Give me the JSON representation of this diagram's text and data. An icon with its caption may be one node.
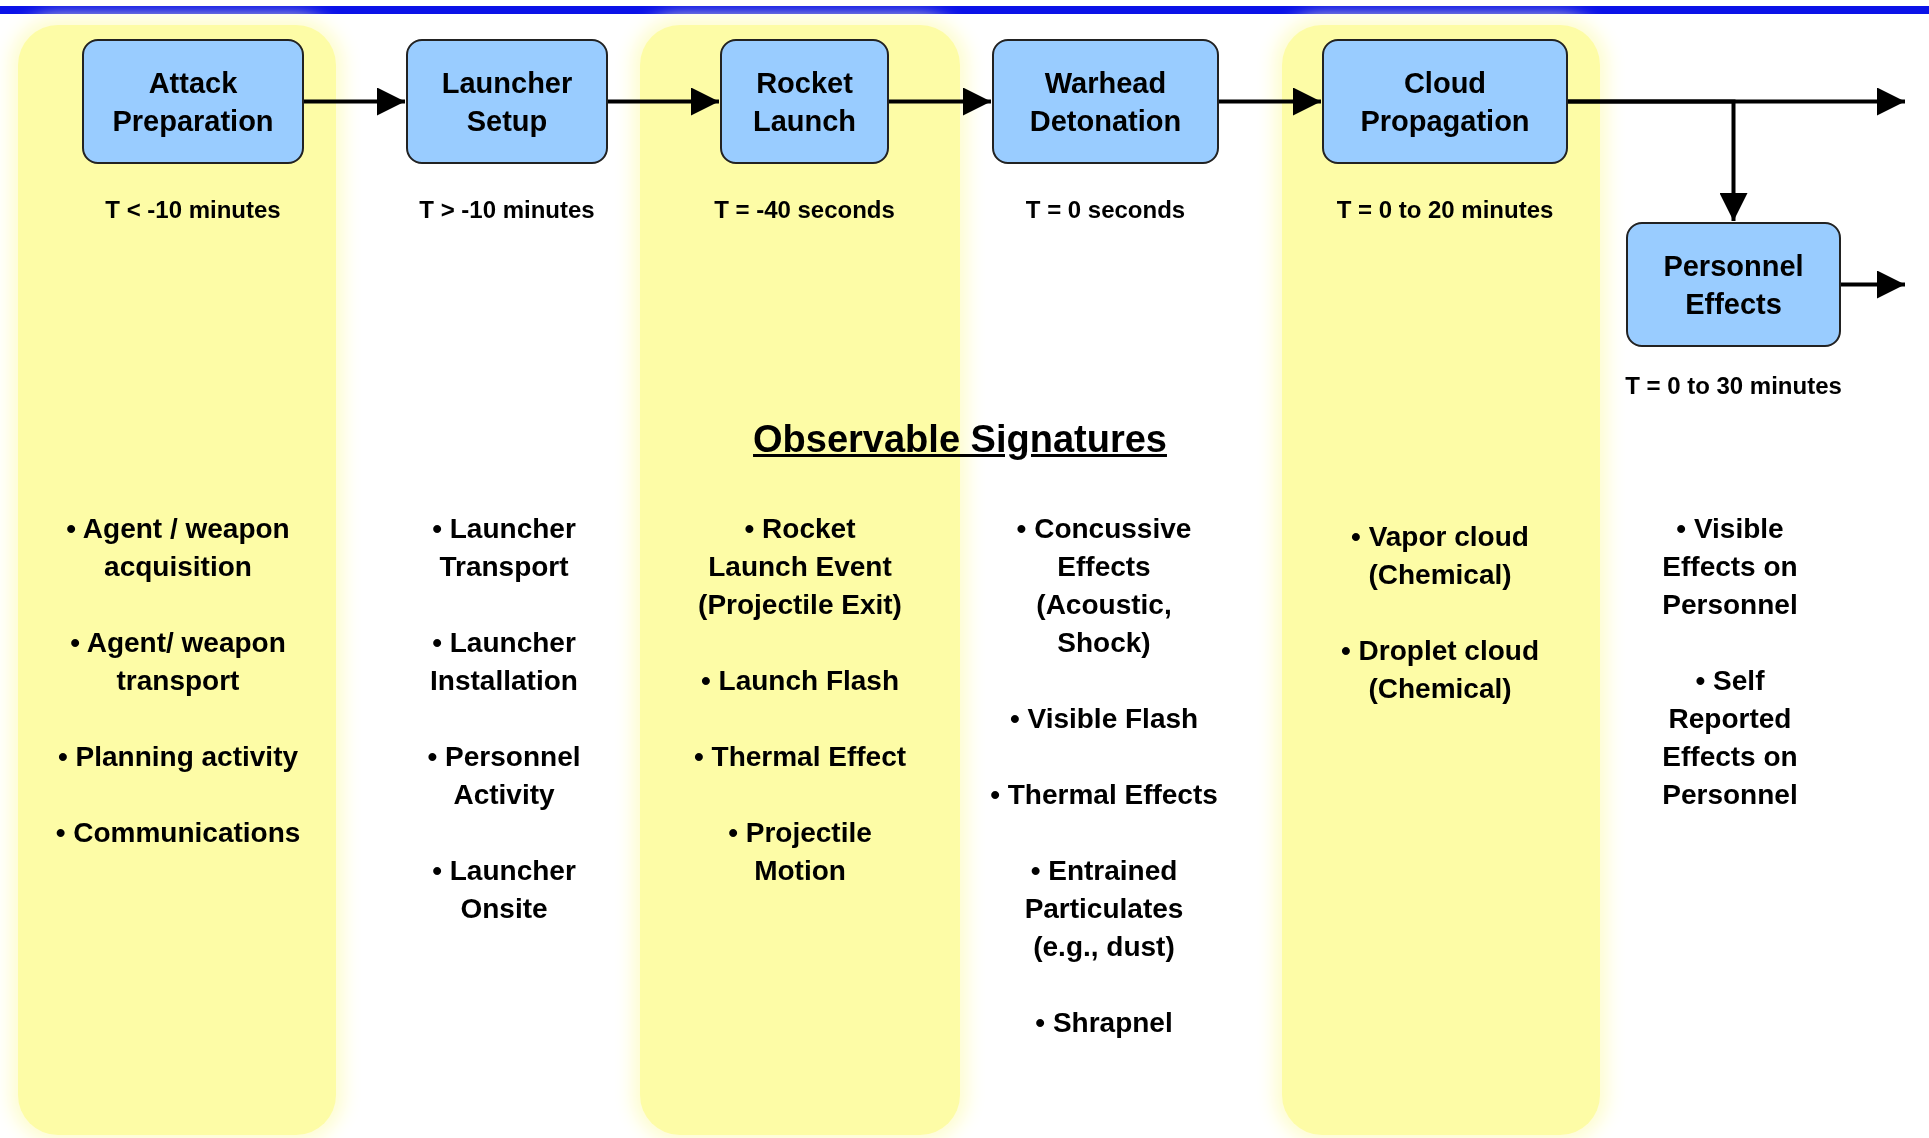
{
  "diagram": {
    "nodes": [
      {
        "text": [
          "Attack Preparation"
        ],
        "beside": [
          "T < -10 minutes"
        ]
      },
      {
        "text": [
          "Launcher Setup"
        ],
        "beside": [
          "T > -10 minutes"
        ]
      },
      {
        "text": [
          "Rocket Launch"
        ],
        "beside": [
          "T = -40 seconds"
        ]
      },
      {
        "text": [
          "Warhead Detonation"
        ],
        "beside": [
          "T = 0 seconds"
        ]
      },
      {
        "text": [
          "Cloud Propagation"
        ],
        "beside": [
          "T = 0 to 20 minutes"
        ]
      },
      {
        "text": [
          "Personnel Effects"
        ],
        "beside": [
          "T = 0 to 30 minutes"
        ]
      }
    ],
    "edges": [
      {
        "from": 0,
        "to": 1,
        "arrow": "to"
      },
      {
        "from": 1,
        "to": 2,
        "arrow": "to"
      },
      {
        "from": 2,
        "to": 3,
        "arrow": "to"
      },
      {
        "from": 3,
        "to": 4,
        "arrow": "to"
      },
      {
        "from": 4,
        "to": 5,
        "arrow": "to"
      },
      {
        "from": 4,
        "to": null,
        "arrow": "to"
      },
      {
        "from": 5,
        "to": null,
        "arrow": "to"
      }
    ],
    "labels": [
      "Observable Signatures",
      "• Agent / weapon acquisition",
      "• Agent/ weapon transport",
      "• Planning activity",
      "• Communications",
      "• Launcher Transport",
      "• Launcher Installation",
      "• Personnel Activity",
      "• Launcher Onsite",
      "• Rocket Launch Event (Projectile Exit)",
      "• Launch Flash",
      "• Thermal Effect",
      "• Projectile Motion",
      "• Concussive Effects (Acoustic, Shock)",
      "• Visible Flash",
      "• Thermal Effects",
      "• Entrained Particulates (e.g., dust)",
      "• Shrapnel",
      "• Vapor cloud (Chemical)",
      "• Droplet cloud (Chemical)",
      "• Visible Effects on Personnel",
      "• Self Reported Effects on Personnel"
    ]
  }
}
